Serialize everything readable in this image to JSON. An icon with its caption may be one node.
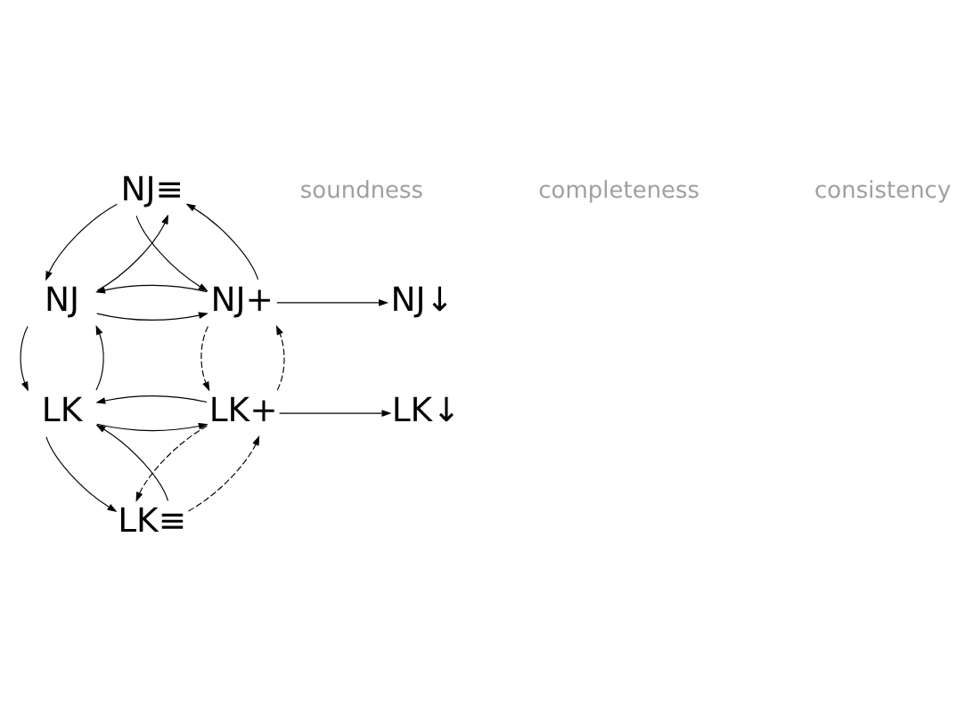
{
  "diagram": {
    "nodes": [
      {
        "text": [
          "NJ≡"
        ]
      },
      {
        "text": [
          "NJ"
        ]
      },
      {
        "text": [
          "NJ+"
        ]
      },
      {
        "text": [
          "NJ↓"
        ]
      },
      {
        "text": [
          "LK"
        ]
      },
      {
        "text": [
          "LK+"
        ]
      },
      {
        "text": [
          "LK↓"
        ]
      },
      {
        "text": [
          "LK≡"
        ]
      }
    ],
    "edges": [
      {
        "from": 1,
        "to": 0,
        "arrow": "to"
      },
      {
        "from": 0,
        "to": 1,
        "arrow": "to"
      },
      {
        "from": 0,
        "to": 2,
        "arrow": "to"
      },
      {
        "from": 2,
        "to": 0,
        "arrow": "to"
      },
      {
        "from": 1,
        "to": 2,
        "arrow": "to"
      },
      {
        "from": 2,
        "to": 1,
        "arrow": "to"
      },
      {
        "from": 2,
        "to": 3,
        "arrow": "to"
      },
      {
        "from": 4,
        "to": 1,
        "arrow": "to"
      },
      {
        "from": 1,
        "to": 4,
        "arrow": "to"
      },
      {
        "from": 5,
        "to": 2,
        "arrow": "to",
        "style": "dashed"
      },
      {
        "from": 2,
        "to": 5,
        "arrow": "to",
        "style": "dashed"
      },
      {
        "from": 4,
        "to": 5,
        "arrow": "to"
      },
      {
        "from": 5,
        "to": 4,
        "arrow": "to"
      },
      {
        "from": 5,
        "to": 6,
        "arrow": "to"
      },
      {
        "from": 7,
        "to": 4,
        "arrow": "to"
      },
      {
        "from": 4,
        "to": 7,
        "arrow": "to"
      },
      {
        "from": 7,
        "to": 5,
        "arrow": "to",
        "style": "dashed"
      },
      {
        "from": 5,
        "to": 7,
        "arrow": "to",
        "style": "dashed"
      }
    ],
    "labels": [
      "soundness",
      "completeness",
      "consistency"
    ]
  }
}
